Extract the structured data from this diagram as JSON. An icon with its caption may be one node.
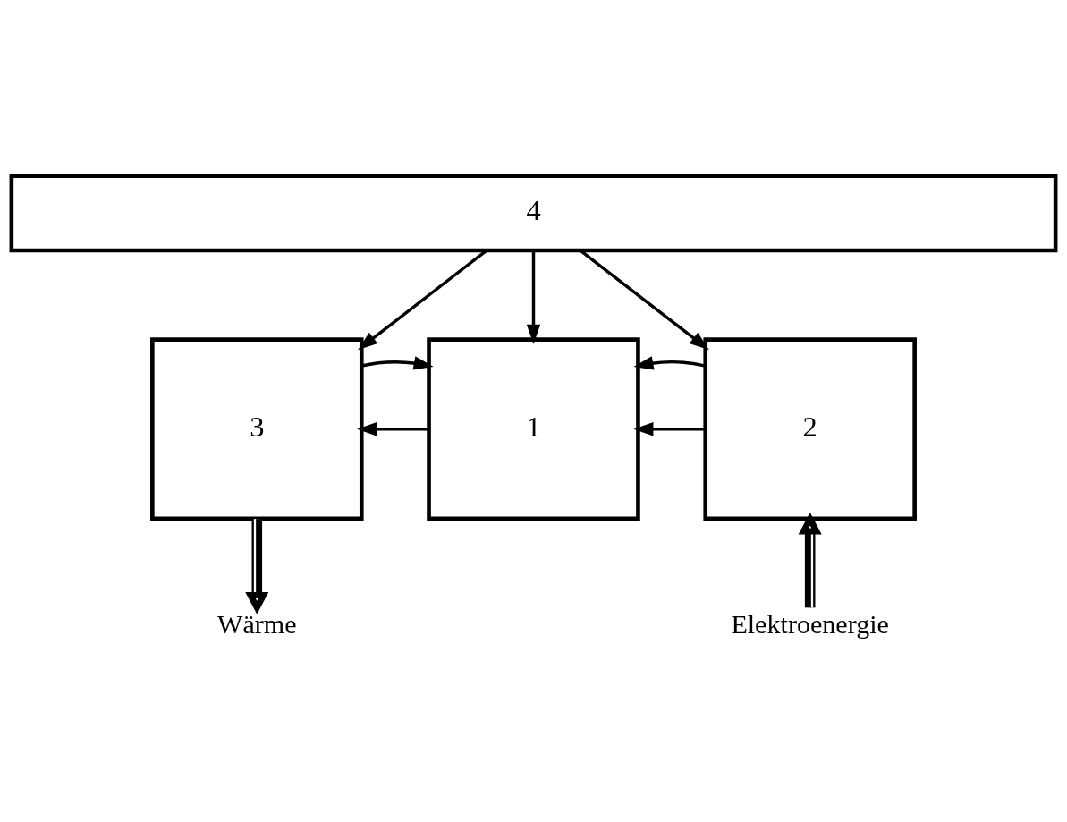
{
  "diagram": {
    "nodes": [
      {
        "text": [
          "4"
        ]
      },
      {
        "text": [
          "3"
        ]
      },
      {
        "text": [
          "1"
        ]
      },
      {
        "text": [
          "2"
        ]
      },
      {
        "text": [
          "Wärme"
        ]
      },
      {
        "text": [
          "Elektroenergie"
        ]
      }
    ],
    "edges": [
      {
        "from": 0,
        "to": 1,
        "arrow": "to"
      },
      {
        "from": 0,
        "to": 2,
        "arrow": "to"
      },
      {
        "from": 0,
        "to": 3,
        "arrow": "to"
      },
      {
        "from": 2,
        "to": 1,
        "arrow": "to"
      },
      {
        "from": 1,
        "to": 2,
        "arrow": "to"
      },
      {
        "from": 3,
        "to": 2,
        "arrow": "to"
      },
      {
        "from": 3,
        "to": 2,
        "arrow": "to"
      },
      {
        "from": 1,
        "to": 4,
        "arrow": "to",
        "style": "thick"
      },
      {
        "from": 5,
        "to": 3,
        "arrow": "to",
        "style": "thick"
      }
    ]
  }
}
